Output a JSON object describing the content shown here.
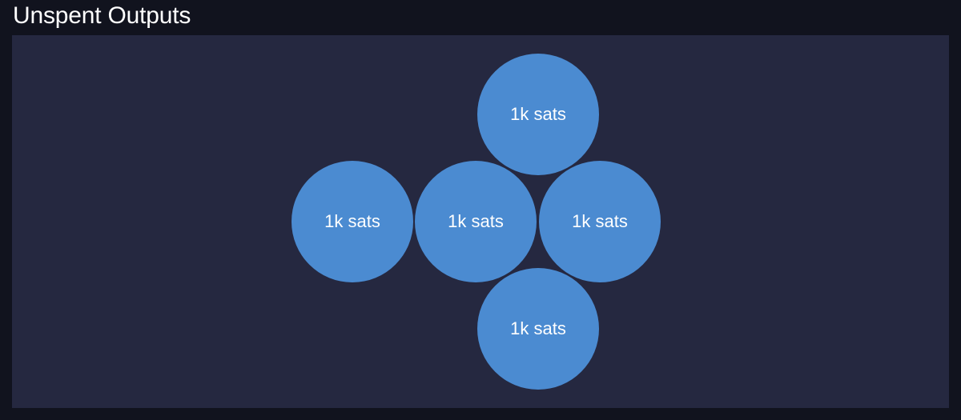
{
  "header": {
    "title": "Unspent Outputs"
  },
  "utxos": [
    {
      "label": "1k sats"
    },
    {
      "label": "1k sats"
    },
    {
      "label": "1k sats"
    },
    {
      "label": "1k sats"
    },
    {
      "label": "1k sats"
    }
  ],
  "colors": {
    "background": "#11131e",
    "panel": "#252840",
    "utxo_fill": "#4b8bd1",
    "text": "#ffffff"
  }
}
